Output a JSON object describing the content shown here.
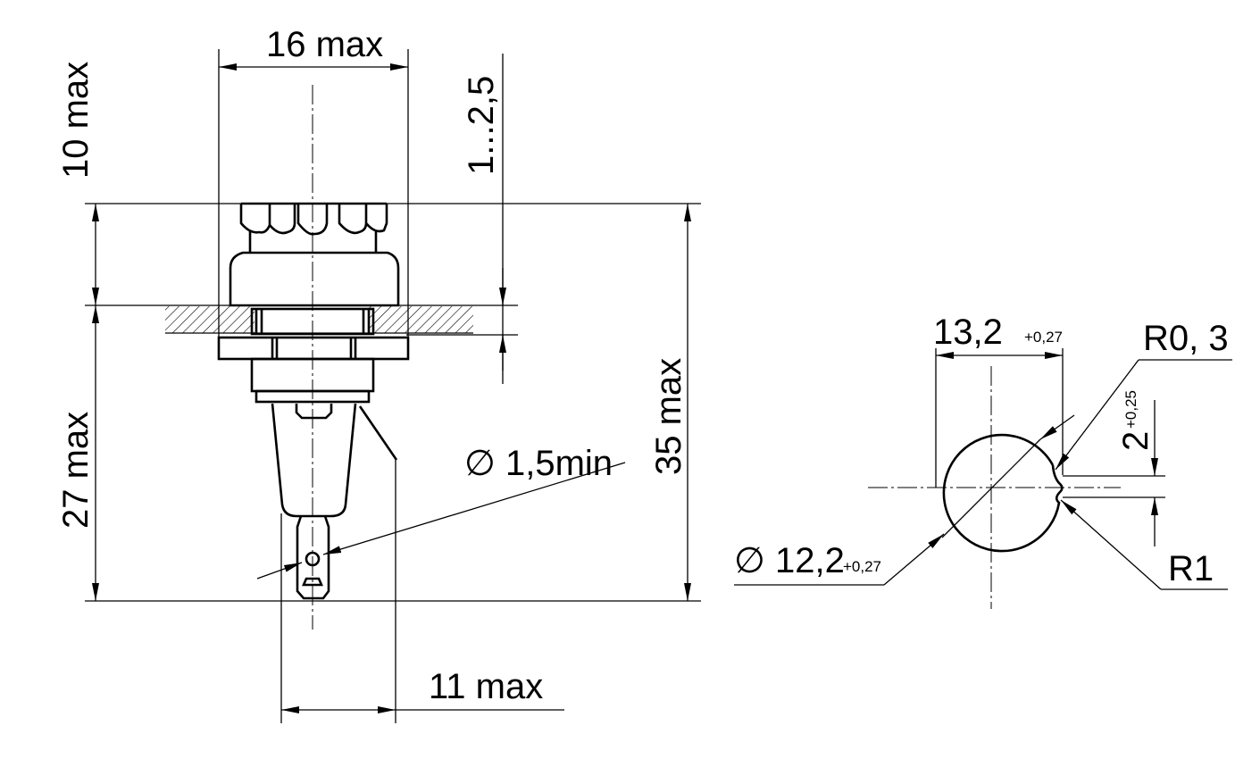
{
  "left_view": {
    "dim_width_top": "16 max",
    "dim_height_top": "10 max",
    "dim_panel": "1...2,5",
    "dim_height_bottom": "27 max",
    "dim_total_height": "35 max",
    "dim_hole": "∅ 1,5min",
    "dim_width_bottom": "11 max"
  },
  "right_view": {
    "dim_width": "13,2",
    "dim_width_tol": "+0,27",
    "dim_diameter": "∅ 12,2",
    "dim_diameter_tol": "+0,27",
    "dim_notch_radius": "R0, 3",
    "dim_notch": "2",
    "dim_notch_tol": "+0,25",
    "dim_radius": "R1"
  }
}
